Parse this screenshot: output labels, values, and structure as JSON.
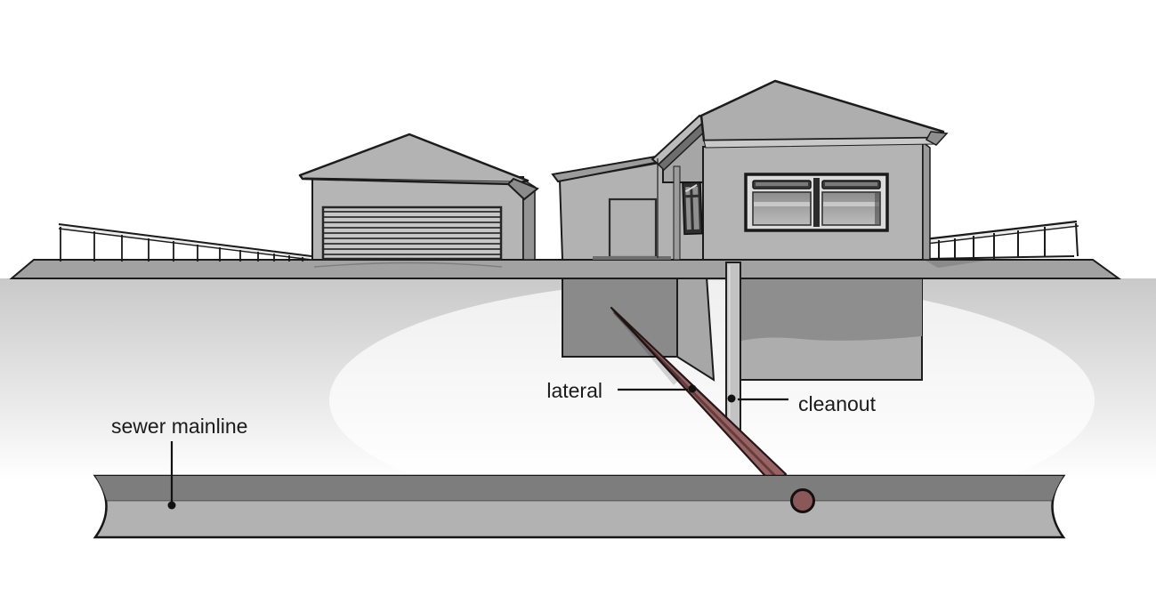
{
  "diagram": {
    "labels": {
      "mainline": {
        "text": "sewer mainline"
      },
      "lateral": {
        "text": "lateral"
      },
      "cleanout": {
        "text": "cleanout"
      }
    },
    "colors": {
      "lateral_pipe": "#9a6363",
      "cleanout_pipe": "#c3c3c3",
      "mainline_top_band": "#7d7d7d",
      "mainline_body": "#b2b2b2",
      "connection_tap": "#8a5858",
      "ground_surface": "#a2a2a2",
      "building_wall": "#b4b4b4",
      "roof": "#aeaeae",
      "basement_dark": "#8a8a8a",
      "label_text": "#1b1b1b"
    }
  }
}
